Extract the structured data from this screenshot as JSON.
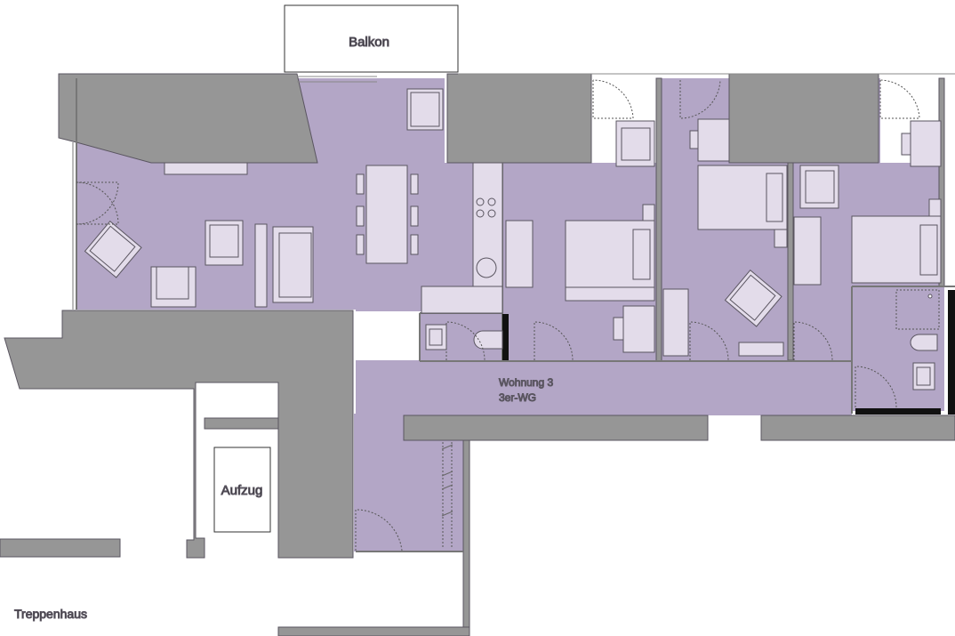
{
  "labels": {
    "balkon": "Balkon",
    "aufzug": "Aufzug",
    "treppenhaus": "Treppenhaus",
    "apartment_name": "Wohnung 3",
    "apartment_type": "3er-WG"
  },
  "colors": {
    "floor": "#b3a6c6",
    "wall": "#969696",
    "furniture": "#e3dcea",
    "outline": "#5a5560",
    "solid": "#111111"
  }
}
